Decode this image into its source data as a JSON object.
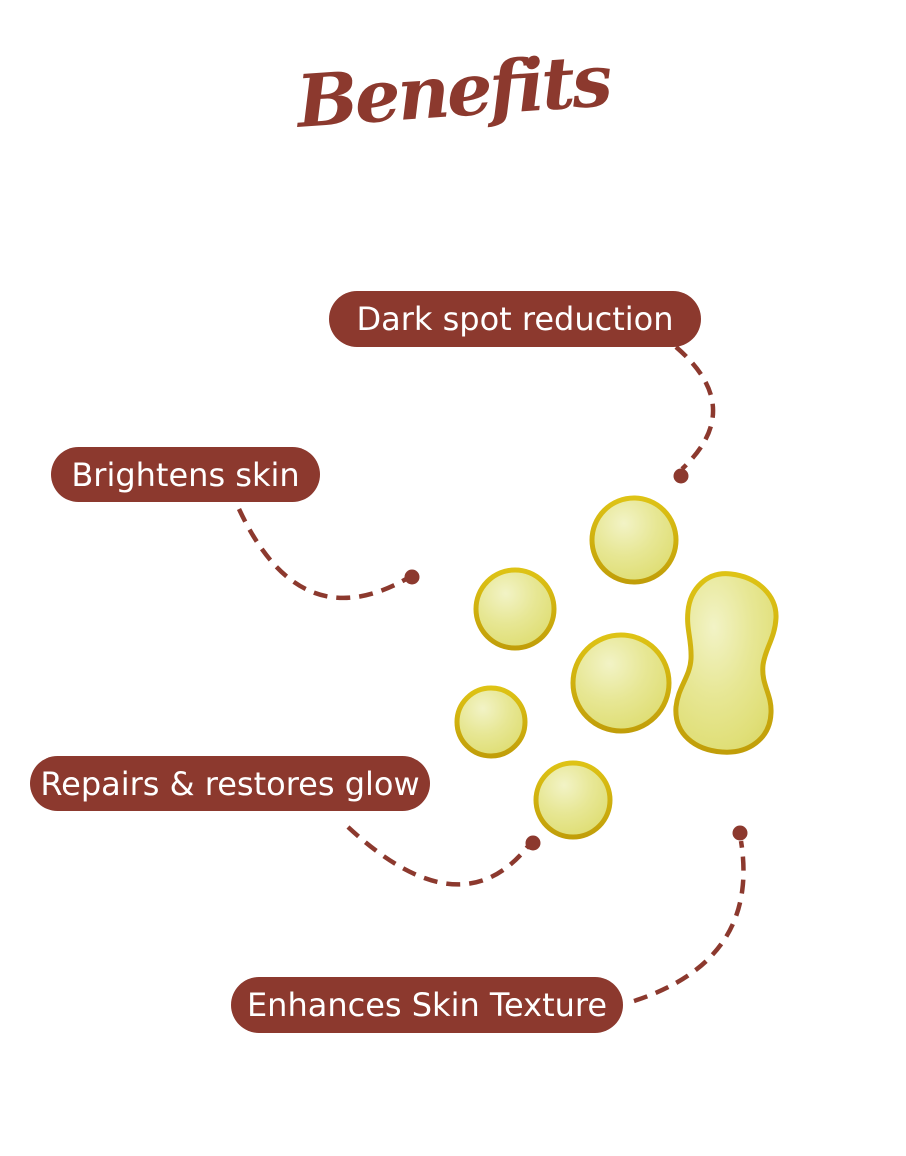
{
  "title": {
    "text": "Benefits"
  },
  "benefits": [
    {
      "label": "Dark spot reduction"
    },
    {
      "label": "Brightens skin"
    },
    {
      "label": "Repairs & restores glow"
    },
    {
      "label": "Enhances Skin Texture"
    }
  ],
  "illustration": {
    "name": "oil-droplets",
    "droplet_count": 6,
    "description": "Golden face-oil droplets on a white background, each benefit label connected to the droplets by a dashed curved line ending in a dot"
  },
  "colors": {
    "accent": "#8C392E",
    "pill_text": "#FFFFFF",
    "background": "#FFFFFF",
    "droplet_highlight": "#F2F3C6",
    "droplet_body": "#E2E282",
    "droplet_shade": "#D9D765",
    "droplet_rim_top": "#DEC315",
    "droplet_rim_bottom": "#C19E09"
  }
}
